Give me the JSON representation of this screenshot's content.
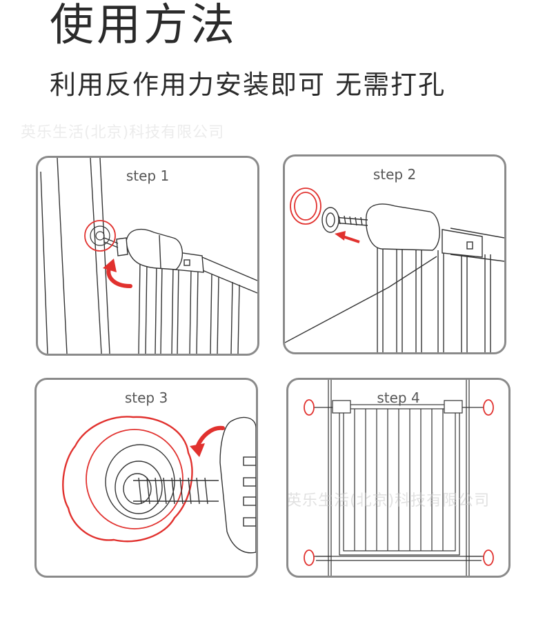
{
  "page": {
    "title": "使用方法",
    "subtitle": "利用反作用力安装即可 无需打孔",
    "watermark": "英乐生活(北京)科技有限公司"
  },
  "steps": [
    {
      "label": "step 1"
    },
    {
      "label": "step 2"
    },
    {
      "label": "step 3"
    },
    {
      "label": "step 4"
    }
  ],
  "colors": {
    "accent": "#e1312e",
    "outline": "#333333",
    "panel_border": "#8a8a8a"
  }
}
